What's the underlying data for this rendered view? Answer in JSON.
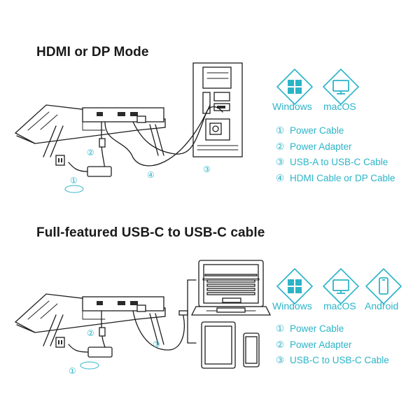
{
  "sections": [
    {
      "title": "HDMI or DP Mode",
      "os": [
        "Windows",
        "macOS"
      ],
      "legend": [
        {
          "num": "①",
          "text": "Power Cable"
        },
        {
          "num": "②",
          "text": "Power Adapter"
        },
        {
          "num": "③",
          "text": "USB-A to USB-C Cable"
        },
        {
          "num": "④",
          "text": "HDMI Cable or DP Cable"
        }
      ],
      "callouts": [
        "②",
        "④",
        "③",
        "①"
      ]
    },
    {
      "title": "Full-featured USB-C to USB-C cable",
      "os": [
        "Windows",
        "macOS",
        "Android"
      ],
      "legend": [
        {
          "num": "①",
          "text": "Power Cable"
        },
        {
          "num": "②",
          "text": "Power Adapter"
        },
        {
          "num": "③",
          "text": "USB-C to USB-C Cable"
        }
      ],
      "callouts": [
        "②",
        "③",
        "①"
      ]
    }
  ],
  "colors": {
    "accent": "#2bb4c8",
    "line": "#1c1c1c",
    "title": "#1a1a1a"
  },
  "icons": [
    "windows-logo-icon",
    "macos-monitor-icon",
    "android-phone-icon",
    "desktop-pc-tower",
    "laptop",
    "tablet",
    "smartphone"
  ]
}
